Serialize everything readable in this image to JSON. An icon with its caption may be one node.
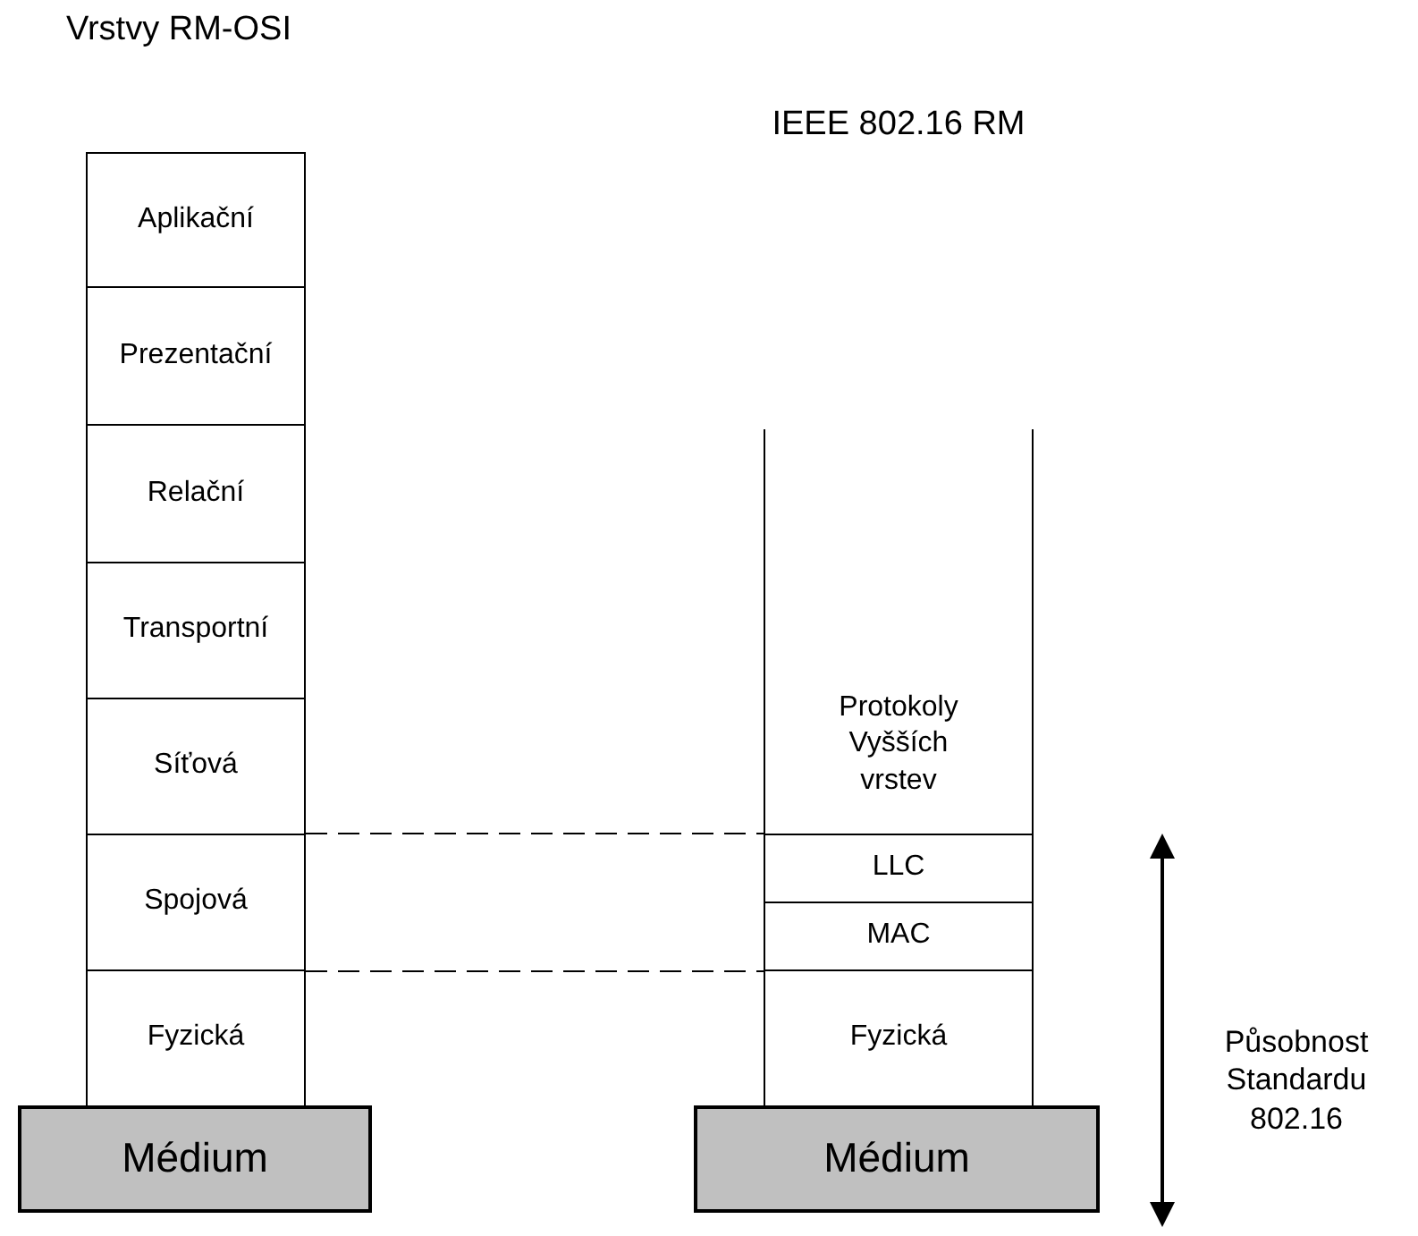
{
  "diagram": {
    "nodes": [
      {
        "text": [
          "Aplikační"
        ]
      },
      {
        "text": [
          "Prezentační"
        ]
      },
      {
        "text": [
          "Relační"
        ]
      },
      {
        "text": [
          "Transportní"
        ]
      },
      {
        "text": [
          "Síťová"
        ]
      },
      {
        "text": [
          "Spojová"
        ]
      },
      {
        "text": [
          "Fyzická"
        ]
      },
      {
        "text": [
          "Médium"
        ]
      },
      {
        "text": [
          "Protokoly Vyšších vrstev"
        ]
      },
      {
        "text": [
          "LLC"
        ]
      },
      {
        "text": [
          "MAC"
        ]
      },
      {
        "text": [
          "Fyzická"
        ]
      },
      {
        "text": [
          "Médium"
        ]
      }
    ],
    "edges": [
      {
        "from": 5,
        "to": 9,
        "arrow": "none",
        "style": "dashed"
      },
      {
        "from": 5,
        "to": 10,
        "arrow": "none",
        "style": "dashed"
      }
    ],
    "labels": [
      "Vrstvy RM-OSI",
      "IEEE 802.16 RM",
      "Působnost Standardu 802.16"
    ]
  }
}
